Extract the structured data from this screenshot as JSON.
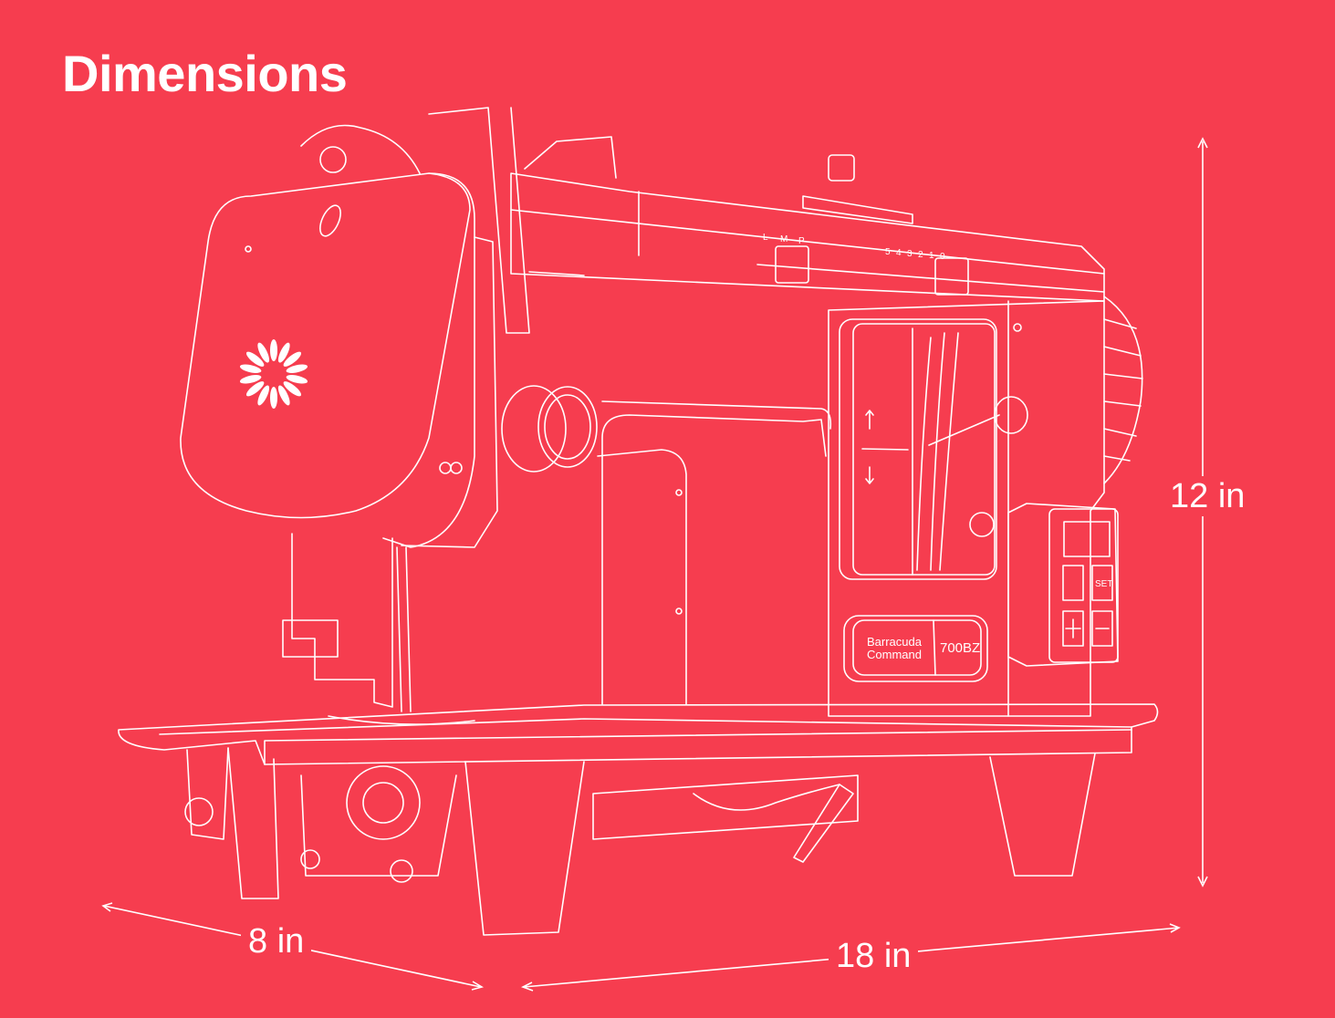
{
  "title": "Dimensions",
  "dimensions": {
    "height": "12 in",
    "depth": "8 in",
    "width": "18 in"
  },
  "machine": {
    "brand_line1": "Barracuda",
    "brand_line2": "Command",
    "model": "700BZ",
    "set_button": "SET",
    "lmp_labels": [
      "L",
      "M",
      "P"
    ],
    "stitch_scale": [
      "5",
      "4",
      "3",
      "2",
      "1",
      "0"
    ]
  },
  "colors": {
    "background": "#f63d4f",
    "line": "#ffffff"
  }
}
